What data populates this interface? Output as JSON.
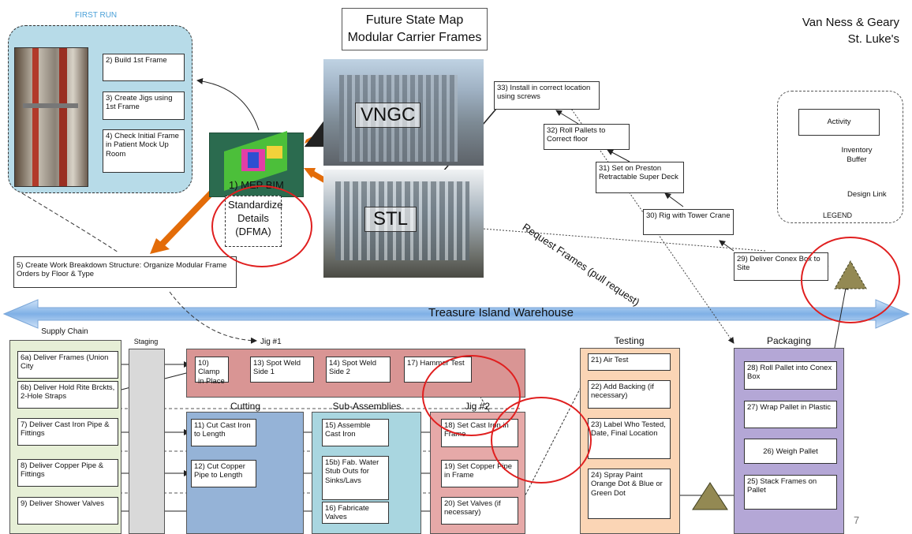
{
  "header": {
    "title_line1": "Future State Map",
    "title_line2": "Modular Carrier Frames",
    "project_line1": "Van Ness & Geary",
    "project_line2": "St. Luke's",
    "page_number": "7"
  },
  "first_run": {
    "label": "FIRST RUN",
    "steps": [
      "2) Build 1st Frame",
      "3) Create Jigs using 1st Frame",
      "4) Check Initial Frame in Patient Mock Up Room"
    ]
  },
  "bim": {
    "label": "1) MEP BIM",
    "standardize": "Standardize Details (DFMA)"
  },
  "buildings": {
    "vngc": "VNGC",
    "stl": "STL"
  },
  "wbs": {
    "label": "5) Create Work Breakdown Structure: Organize Modular Frame Orders by Floor & Type"
  },
  "request_label": "Request Frames (pull request)",
  "warehouse": {
    "label": "Treasure Island Warehouse"
  },
  "site_steps": [
    "33) Install in correct location using screws",
    "32) Roll Pallets to Correct floor",
    "31) Set on Preston Retractable Super Deck",
    "30) Rig with Tower Crane",
    "29) Deliver Conex Box to Site"
  ],
  "legend": {
    "activity": "Activity",
    "inventory": "Inventory Buffer",
    "design_link": "Design Link",
    "title": "LEGEND"
  },
  "supply_chain": {
    "label": "Supply Chain",
    "items": [
      "6a) Deliver Frames (Union City",
      "6b) Deliver Hold Rite Brckts, 2-Hole Straps",
      "7) Deliver Cast Iron Pipe & Fittings",
      "8) Deliver Copper Pipe & Fittings",
      "9) Deliver Shower Valves"
    ]
  },
  "staging": {
    "label": "Staging"
  },
  "jig1": {
    "label": "Jig #1",
    "steps": [
      "10) Clamp in Place",
      "13) Spot Weld Side 1",
      "14) Spot Weld Side 2",
      "17) Hammer Test"
    ]
  },
  "cutting": {
    "label": "Cutting",
    "steps": [
      "11) Cut Cast Iron to Length",
      "12) Cut Copper Pipe to Length"
    ]
  },
  "subassemblies": {
    "label": "Sub-Assemblies",
    "steps": [
      "15) Assemble Cast Iron",
      "15b) Fab. Water Stub Outs for Sinks/Lavs",
      "16) Fabricate Valves"
    ]
  },
  "jig2": {
    "label": "Jig #2",
    "steps": [
      "18) Set Cast Iron in Frame",
      "19) Set Copper Pipe in Frame",
      "20) Set Valves (if necessary)"
    ]
  },
  "testing": {
    "label": "Testing",
    "steps": [
      "21) Air Test",
      "22) Add Backing (if necessary)",
      "23) Label Who Tested, Date, Final Location",
      "24) Spray Paint Orange Dot & Blue or Green Dot"
    ]
  },
  "packaging": {
    "label": "Packaging",
    "steps": [
      "28) Roll Pallet into Conex Box",
      "27) Wrap Pallet in Plastic",
      "26) Weigh Pallet",
      "25) Stack Frames on Pallet"
    ]
  },
  "colors": {
    "first_run_bg": "#b7dbe8",
    "supply_bg": "#e6efd6",
    "staging_bg": "#d9d9d9",
    "jig1_bg": "#d99594",
    "cutting_bg": "#95b3d7",
    "sub_bg": "#a9d6e0",
    "jig2_bg": "#e6a9a8",
    "testing_bg": "#fbd5b5",
    "packaging_bg": "#b4a7d6",
    "triangle": "#938953",
    "design_link": "#e36c09",
    "circle": "#e01f1f",
    "warehouse_arrow": "#a9c9ee"
  }
}
